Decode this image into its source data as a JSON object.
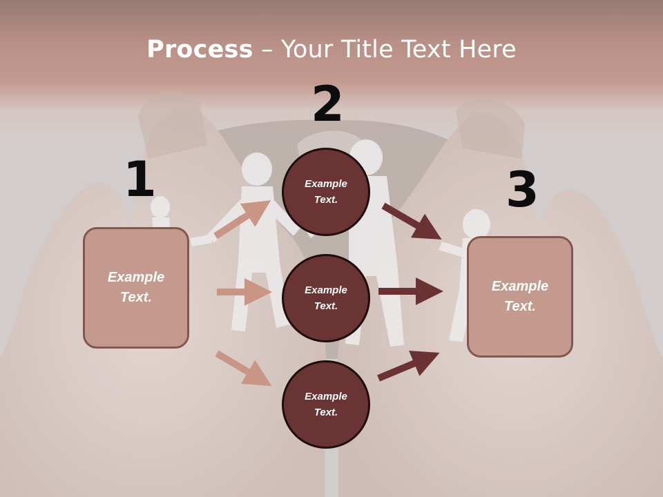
{
  "title": {
    "bold": "Process",
    "rest": " – Your Title Text Here"
  },
  "numbers": {
    "n1": "1",
    "n2": "2",
    "n3": "3"
  },
  "left_box": {
    "text": "Example Text."
  },
  "right_box": {
    "text": "Example Text."
  },
  "circles": [
    {
      "text": "Example Text."
    },
    {
      "text": "Example Text."
    },
    {
      "text": "Example Text."
    }
  ],
  "colors": {
    "box_fill": "#c39a8d",
    "box_border": "#84574c",
    "circle_fill": "#6a3434",
    "arrow_light": "#c99585",
    "arrow_dark": "#6a3232"
  }
}
